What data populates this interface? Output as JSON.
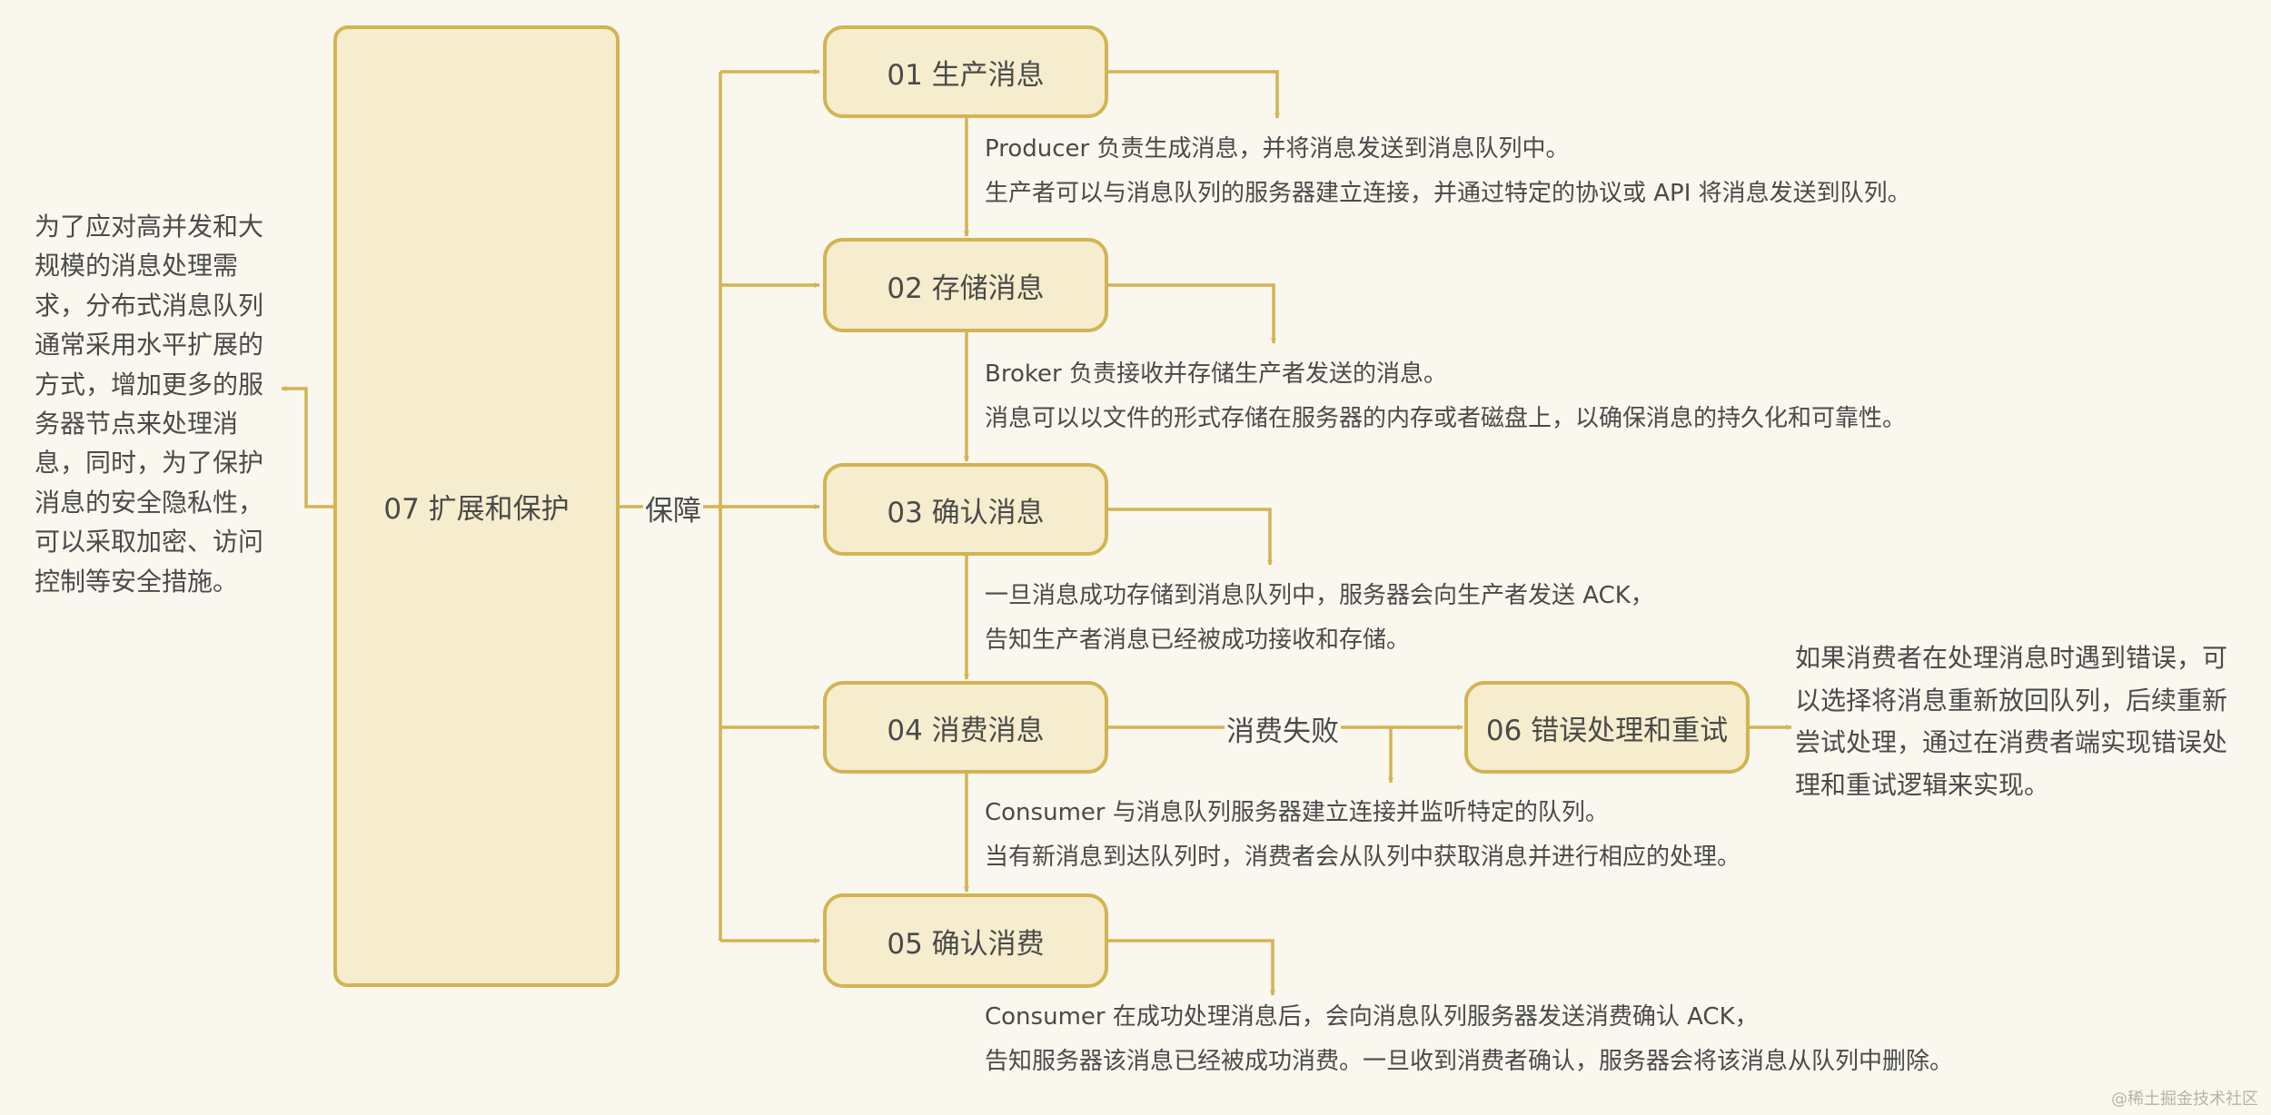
{
  "nodes": {
    "n01": "01 生产消息",
    "n02": "02 存储消息",
    "n03": "03 确认消息",
    "n04": "04 消费消息",
    "n05": "05 确认消费",
    "n06": "06 错误处理和重试",
    "n07": "07 扩展和保护"
  },
  "edge_labels": {
    "guarantee": "保障",
    "consume_fail": "消费失败"
  },
  "descriptions": {
    "d01": [
      "Producer 负责生成消息，并将消息发送到消息队列中。",
      "生产者可以与消息队列的服务器建立连接，并通过特定的协议或 API 将消息发送到队列。"
    ],
    "d02": [
      "Broker 负责接收并存储生产者发送的消息。",
      "消息可以以文件的形式存储在服务器的内存或者磁盘上，以确保消息的持久化和可靠性。"
    ],
    "d03": [
      "一旦消息成功存储到消息队列中，服务器会向生产者发送 ACK，",
      "告知生产者消息已经被成功接收和存储。"
    ],
    "d04": [
      "Consumer 与消息队列服务器建立连接并监听特定的队列。",
      "当有新消息到达队列时，消费者会从队列中获取消息并进行相应的处理。"
    ],
    "d05": [
      "Consumer 在成功处理消息后，会向消息队列服务器发送消费确认 ACK，",
      "告知服务器该消息已经被成功消费。一旦收到消费者确认，服务器会将该消息从队列中删除。"
    ],
    "d06": [
      "如果消费者在处理消息时遇到错误，可",
      "以选择将消息重新放回队列，后续重新",
      "尝试处理，通过在消费者端实现错误处",
      "理和重试逻辑来实现。"
    ],
    "d07": [
      "为了应对高并发和大",
      "规模的消息处理需",
      "求，分布式消息队列",
      "通常采用水平扩展的",
      "方式，增加更多的服",
      "务器节点来处理消",
      "息，同时，为了保护",
      "消息的安全隐私性，",
      "可以采取加密、访问",
      "控制等安全措施。"
    ]
  },
  "watermark": "@稀土掘金技术社区",
  "colors": {
    "stroke": "#d3b452",
    "fill": "#f5edcd",
    "background": "#faf7ef",
    "text": "#4a4a4a"
  }
}
